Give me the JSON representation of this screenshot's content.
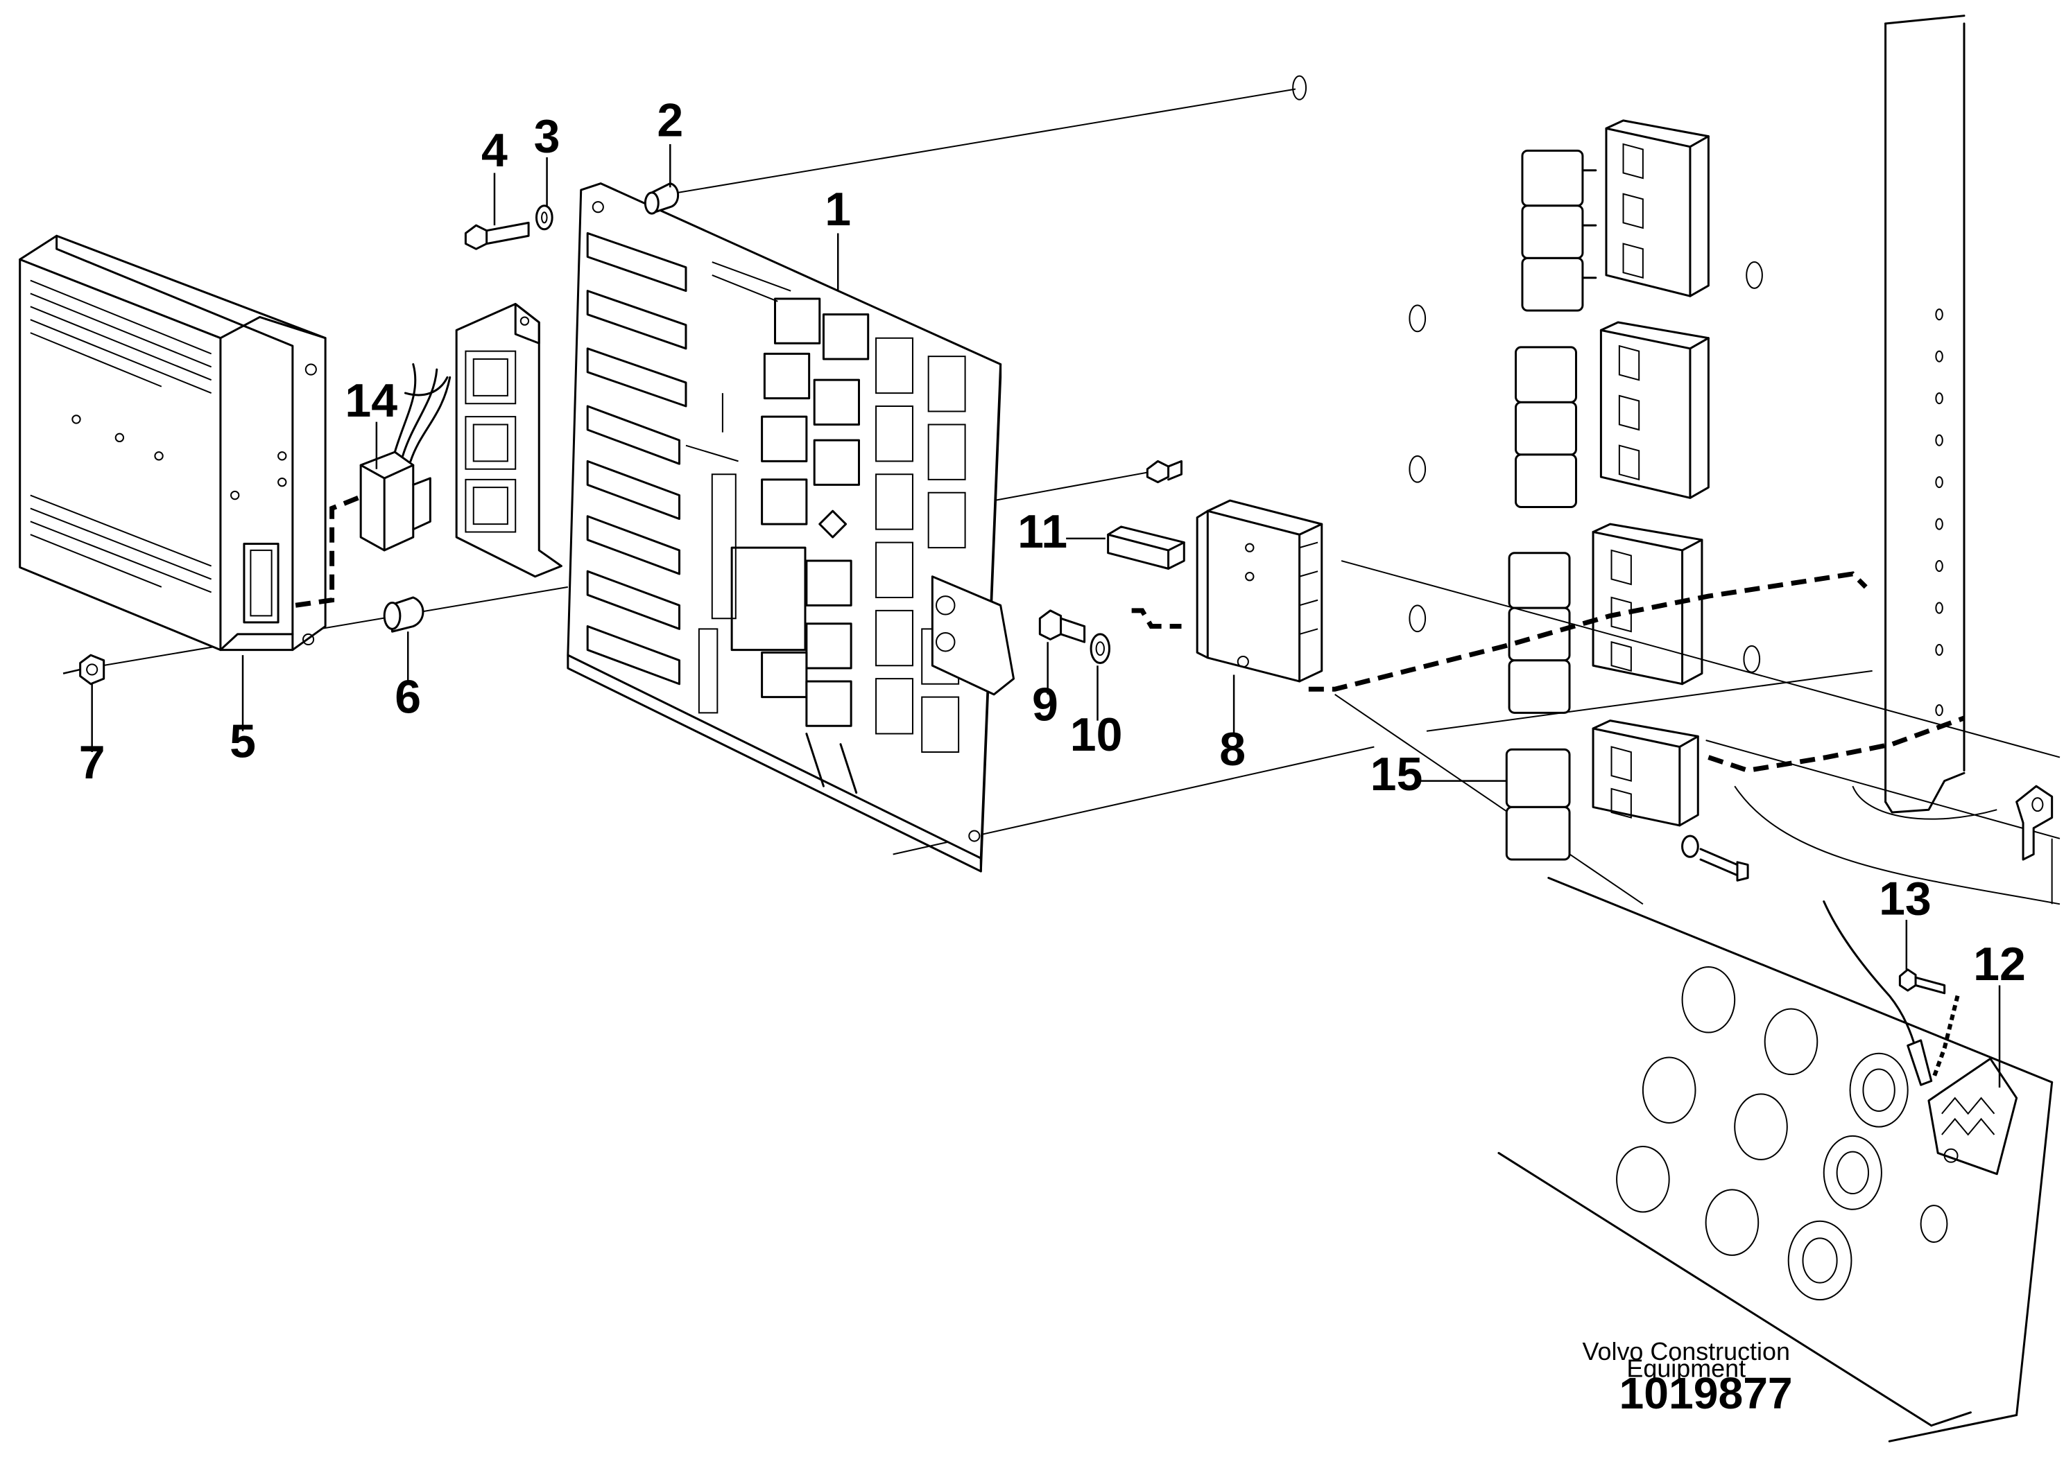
{
  "callouts": [
    "1",
    "2",
    "3",
    "4",
    "5",
    "6",
    "7",
    "8",
    "9",
    "10",
    "11",
    "12",
    "13",
    "14",
    "15"
  ],
  "footer": {
    "brand_line1": "Volvo Construction",
    "brand_line2": "Equipment",
    "doc_number": "1019877"
  }
}
